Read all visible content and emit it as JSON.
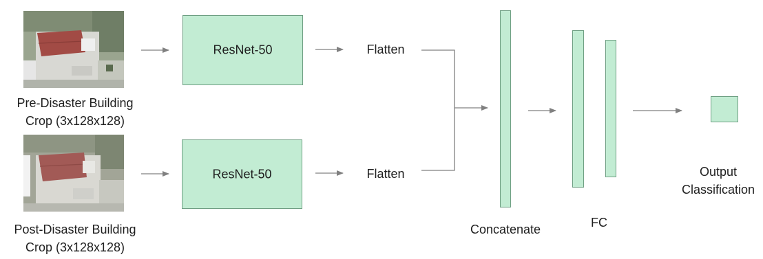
{
  "inputs": {
    "pre": {
      "caption_line1": "Pre-Disaster Building",
      "caption_line2": "Crop (3x128x128)"
    },
    "post": {
      "caption_line1": "Post-Disaster Building",
      "caption_line2": "Crop (3x128x128)"
    }
  },
  "backbone": {
    "top_label": "ResNet-50",
    "bottom_label": "ResNet-50"
  },
  "flatten": {
    "top_label": "Flatten",
    "bottom_label": "Flatten"
  },
  "concat": {
    "label": "Concatenate"
  },
  "fc": {
    "label": "FC"
  },
  "output": {
    "label_line1": "Output",
    "label_line2": "Classification"
  },
  "colors": {
    "block_fill": "#c2ecd3",
    "block_border": "#6e9e82",
    "arrow": "#808080"
  }
}
